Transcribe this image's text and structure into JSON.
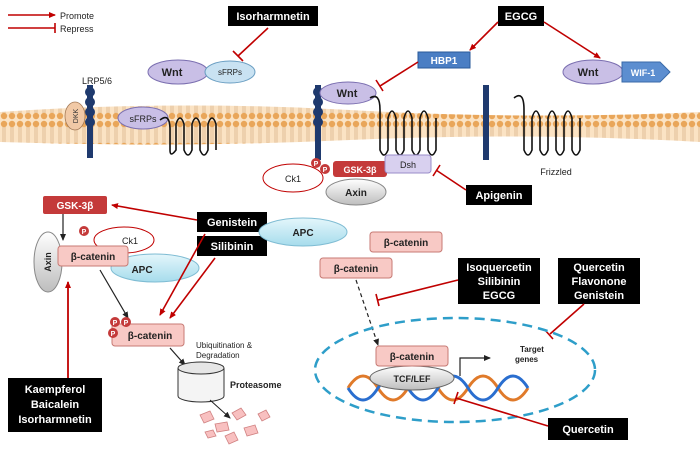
{
  "legend": {
    "promote": "Promote",
    "repress": "Repress"
  },
  "compounds": {
    "isorharmnetin": "Isorharmnetin",
    "egcg": "EGCG",
    "genistein": "Genistein",
    "silibinin": "Silibinin",
    "apigenin": "Apigenin",
    "kaempferol_group": [
      "Kaempferol",
      "Baicalein",
      "Isorharmnetin"
    ],
    "isoquercetin_group": [
      "Isoquercetin",
      "Silibinin",
      "EGCG"
    ],
    "quercetin_group": [
      "Quercetin",
      "Flavonone",
      "Genistein"
    ],
    "quercetin": "Quercetin"
  },
  "proteins": {
    "wnt": "Wnt",
    "sfrps": "sFRPs",
    "hbp1": "HBP1",
    "wif1": "WIF-1",
    "lrp": "LRP5/6",
    "dkk": "DKK",
    "dsh": "Dsh",
    "gsk": "GSK-3β",
    "ck1": "Ck1",
    "axin": "Axin",
    "apc": "APC",
    "catenin": "β-catenin",
    "frizzled": "Frizzled",
    "tcf": "TCF/LEF",
    "p": "P"
  },
  "labels": {
    "ubiquitination": [
      "Ubiquitination &",
      "Degradation"
    ],
    "proteasome": "Proteasome",
    "target_genes": [
      "Target",
      "genes"
    ]
  },
  "colors": {
    "arrow": "#c00000",
    "membrane": "#f2c28a",
    "receptor": "#1f3a6e",
    "wnt": "#c9bfe6",
    "catenin": "#f8c9c5",
    "gsk": "#c43a3a"
  }
}
